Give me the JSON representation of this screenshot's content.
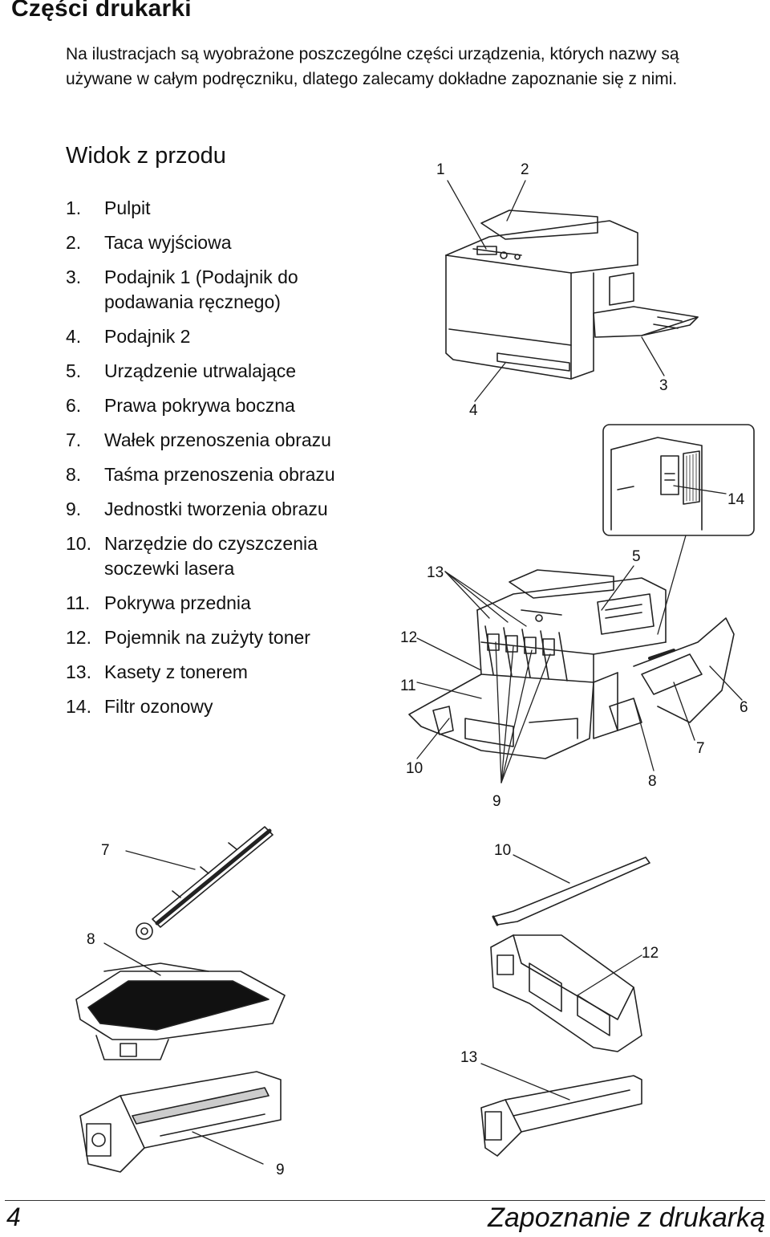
{
  "page": {
    "title": "Części drukarki",
    "intro": "Na ilustracjach są wyobrażone poszczególne części urządzenia, których nazwy są używane w całym podręczniku, dlatego zalecamy dokładne zapoznanie się z nimi.",
    "section_title": "Widok z przodu"
  },
  "parts": [
    {
      "num": "1.",
      "label": "Pulpit"
    },
    {
      "num": "2.",
      "label": "Taca wyjściowa"
    },
    {
      "num": "3.",
      "label": "Podajnik 1 (Podajnik do podawania ręcznego)"
    },
    {
      "num": "4.",
      "label": "Podajnik 2"
    },
    {
      "num": "5.",
      "label": "Urządzenie utrwalające"
    },
    {
      "num": "6.",
      "label": "Prawa pokrywa boczna"
    },
    {
      "num": "7.",
      "label": "Wałek przenoszenia obrazu"
    },
    {
      "num": "8.",
      "label": "Taśma przenoszenia obrazu"
    },
    {
      "num": "9.",
      "label": "Jednostki tworzenia obrazu"
    },
    {
      "num": "10.",
      "label": "Narzędzie do czyszczenia soczewki lasera"
    },
    {
      "num": "11.",
      "label": "Pokrywa przednia"
    },
    {
      "num": "12.",
      "label": "Pojemnik na zużyty toner"
    },
    {
      "num": "13.",
      "label": "Kasety z tonerem"
    },
    {
      "num": "14.",
      "label": "Filtr ozonowy"
    }
  ],
  "callouts": {
    "c1": "1",
    "c2": "2",
    "c3": "3",
    "c4": "4",
    "c5": "5",
    "c6": "6",
    "c7": "7",
    "c8": "8",
    "c9": "9",
    "c10": "10",
    "c11": "11",
    "c12": "12",
    "c13": "13",
    "c14": "14"
  },
  "footer": {
    "page_number": "4",
    "chapter": "Zapoznanie z drukarką"
  }
}
